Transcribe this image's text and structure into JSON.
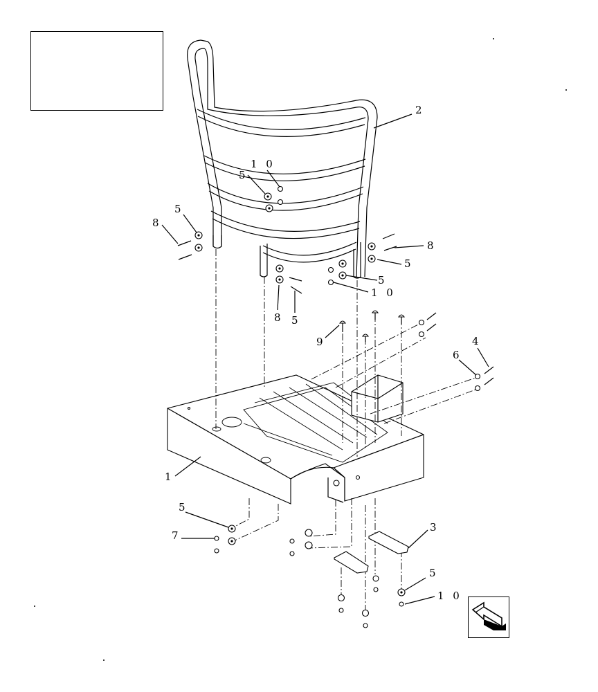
{
  "diagram": {
    "callouts": {
      "c1": "1",
      "c2": "2",
      "c3": "3",
      "c4": "4",
      "c5a": "5",
      "c5b": "5",
      "c5c": "5",
      "c5d": "5",
      "c5e": "5",
      "c5f": "5",
      "c5g": "5",
      "c6": "6",
      "c7": "7",
      "c8a": "8",
      "c8b": "8",
      "c8c": "8",
      "c9": "9",
      "c10a": "1 0",
      "c10b": "1 0",
      "c10c": "1 0"
    },
    "nav_icon": "arrow-navigation-icon"
  }
}
